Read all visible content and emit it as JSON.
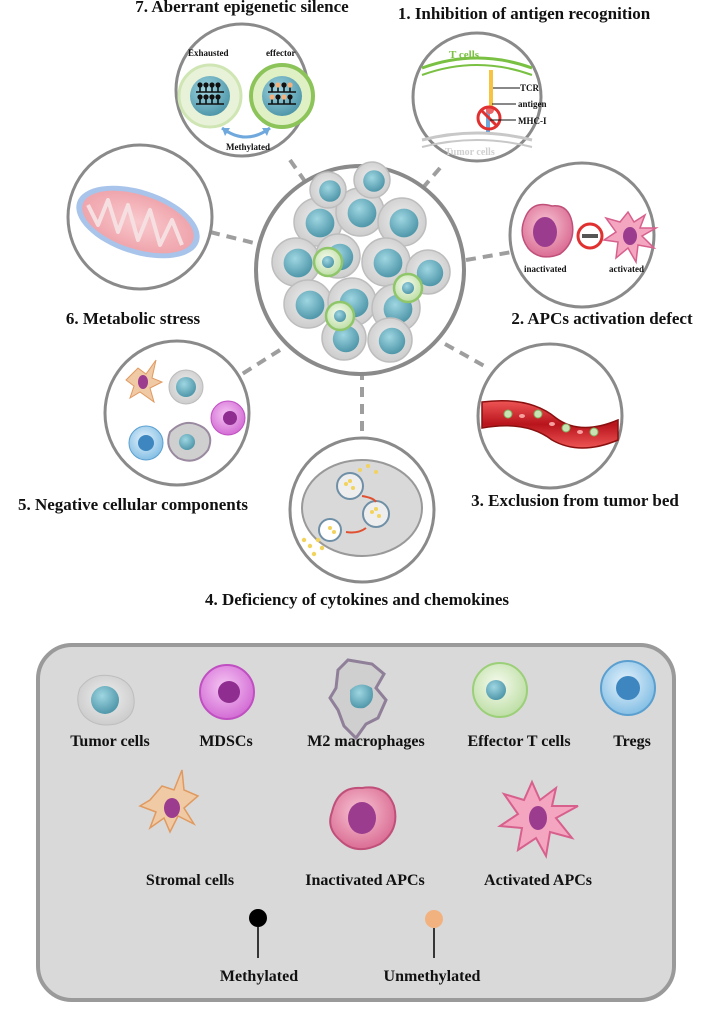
{
  "mechanisms": {
    "m1": "1. Inhibition of antigen recognition",
    "m2": "2. APCs activation defect",
    "m3": "3. Exclusion from tumor bed",
    "m4": "4. Deficiency of cytokines and chemokines",
    "m5": "5. Negative cellular components",
    "m6": "6. Metabolic stress",
    "m7": "7. Aberrant epigenetic silence"
  },
  "panel1": {
    "tcells": "T cells",
    "tcr": "TCR",
    "antigen": "antigen",
    "mhc": "MHC-I",
    "tumor": "Tumor cells"
  },
  "panel2": {
    "inactivated": "inactivated",
    "activated": "activated"
  },
  "panel7": {
    "exhausted": "Exhausted",
    "effector": "effector",
    "methylated": "Methylated"
  },
  "legend": {
    "tumor": "Tumor cells",
    "mdsc": "MDSCs",
    "m2": "M2 macrophages",
    "effector": "Effector T cells",
    "tregs": "Tregs",
    "stromal": "Stromal cells",
    "inactivated": "Inactivated APCs",
    "activated": "Activated APCs",
    "methylated": "Methylated",
    "unmethylated": "Unmethylated"
  },
  "colors": {
    "tumor_fill": "#d9d9d9",
    "tumor_nucleus": "#5fa8b9",
    "effector_ring": "#bde3a6",
    "mdsc": "#d56fd6",
    "treg": "#6fb4e0",
    "inactivated_apc": "#d9739a",
    "activated_apc": "#f0a2c0",
    "stromal": "#f0c9a5",
    "tcell_membrane": "#7ac143",
    "unmethylated_dot": "#f2b27f"
  }
}
